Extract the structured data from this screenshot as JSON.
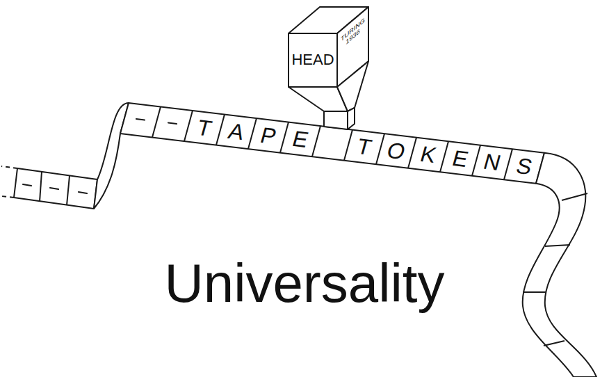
{
  "diagram": {
    "title": "Universality",
    "nodes": [
      {
        "text": [
          "HEAD",
          "TURING 1936"
        ]
      }
    ],
    "labels": [
      "T",
      "A",
      "P",
      "E",
      "T",
      "O",
      "K",
      "E",
      "N",
      "S"
    ]
  }
}
